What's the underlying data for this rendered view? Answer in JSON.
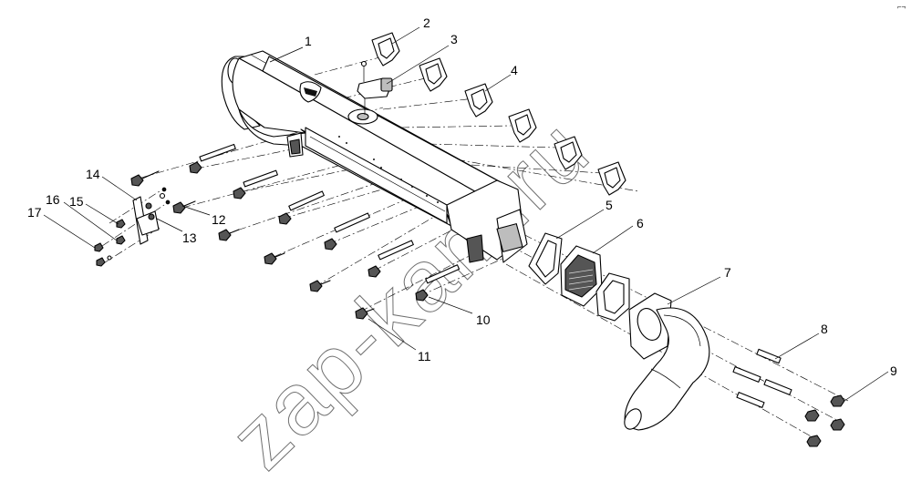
{
  "watermark": "zap-kam.ru",
  "corner_mark": "⌐¬",
  "callouts": [
    {
      "id": "1",
      "label": "1"
    },
    {
      "id": "2",
      "label": "2"
    },
    {
      "id": "3",
      "label": "3"
    },
    {
      "id": "4",
      "label": "4"
    },
    {
      "id": "5",
      "label": "5"
    },
    {
      "id": "6",
      "label": "6"
    },
    {
      "id": "7",
      "label": "7"
    },
    {
      "id": "8",
      "label": "8"
    },
    {
      "id": "9",
      "label": "9"
    },
    {
      "id": "10",
      "label": "10"
    },
    {
      "id": "11",
      "label": "11"
    },
    {
      "id": "12",
      "label": "12"
    },
    {
      "id": "13",
      "label": "13"
    },
    {
      "id": "14",
      "label": "14"
    },
    {
      "id": "15",
      "label": "15"
    },
    {
      "id": "16",
      "label": "16"
    },
    {
      "id": "17",
      "label": "17"
    }
  ]
}
